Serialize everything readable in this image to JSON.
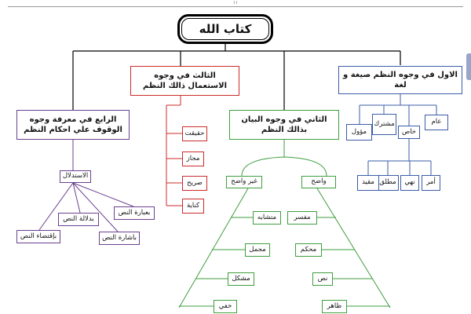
{
  "page_number": "١١",
  "title": "كتاب الله",
  "colors": {
    "blue": "#3b5ca8",
    "red": "#cc2a2a",
    "green": "#3e9e3e",
    "purple": "#6b3f8f",
    "black": "#000000"
  },
  "branches": {
    "first": {
      "label": "الاول في وجوه النظم صيغة و لغة",
      "leaves": [
        "عام",
        "مشترك",
        "مؤول",
        "خاص"
      ],
      "khas_children": [
        "أمر",
        "نهي",
        "مطلق",
        "مقيد"
      ]
    },
    "second": {
      "label": "الثاني في وجوه البيان بذالك النظم",
      "wadih": {
        "label": "واضح",
        "items": [
          "مفسر",
          "محكم",
          "نص",
          "ظاهر"
        ]
      },
      "ghayr_wadih": {
        "label": "غير واضح",
        "items": [
          "متشابه",
          "مجمل",
          "مشكل",
          "خفي"
        ]
      }
    },
    "third": {
      "label": "الثالث في وجوه الاستعمال ذالك النظم",
      "leaves": [
        "حقيقت",
        "مجاز",
        "صريح",
        "كناية"
      ]
    },
    "fourth": {
      "label": "الرابع في معرفة وجوه الوقوف علي احكام النظم",
      "istidlal": {
        "label": "الاستدلال",
        "items": [
          "بعبارة النص",
          "بدلالة النص",
          "باشارة النص",
          "بإقتضاء النص"
        ]
      }
    }
  }
}
